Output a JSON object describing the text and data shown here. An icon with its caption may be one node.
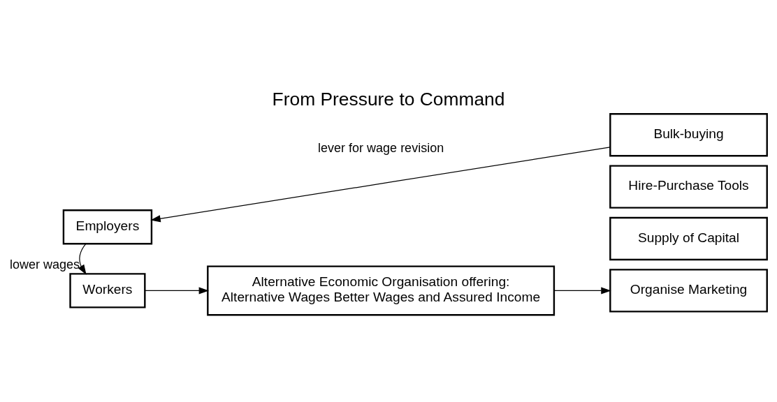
{
  "diagram": {
    "title": "From Pressure to Command",
    "nodes": [
      {
        "text": [
          "Employers"
        ]
      },
      {
        "text": [
          "Workers"
        ]
      },
      {
        "text": [
          "Alternative Economic Organisation offering:",
          "Alternative Wages Better Wages and Assured Income"
        ]
      },
      {
        "text": [
          "Bulk-buying"
        ]
      },
      {
        "text": [
          "Hire-Purchase Tools"
        ]
      },
      {
        "text": [
          "Supply of Capital"
        ]
      },
      {
        "text": [
          "Organise Marketing"
        ]
      }
    ],
    "edges": [
      {
        "from": 0,
        "to": 1,
        "arrow": "to",
        "label": "lower wages"
      },
      {
        "from": 1,
        "to": 2,
        "arrow": "to"
      },
      {
        "from": 2,
        "to": 6,
        "arrow": "to"
      },
      {
        "from": 3,
        "to": 0,
        "arrow": "to",
        "label": "lever for wage revision"
      }
    ]
  }
}
